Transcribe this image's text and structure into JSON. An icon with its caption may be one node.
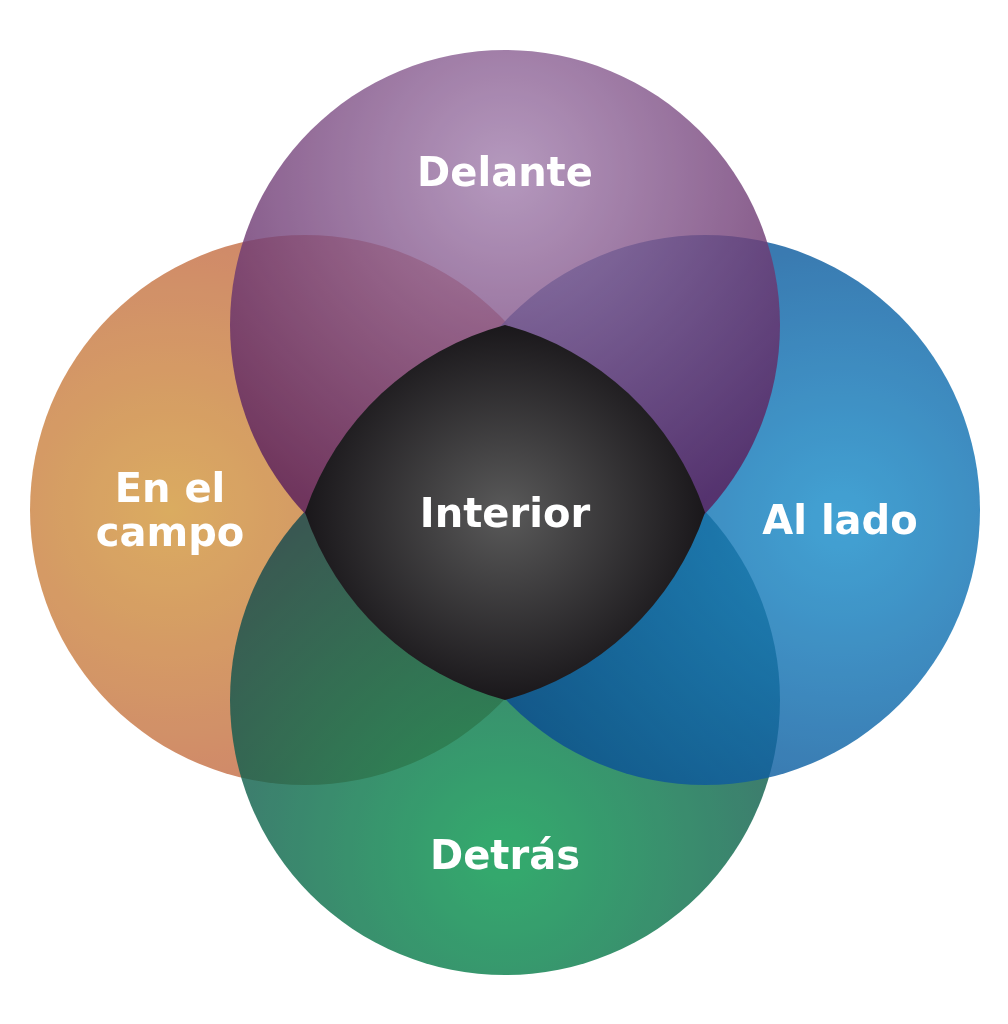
{
  "diagram": {
    "nodes": [
      {
        "text": [
          "Delante"
        ]
      },
      {
        "text": [
          "En el campo"
        ]
      },
      {
        "text": [
          "Interior"
        ]
      },
      {
        "text": [
          "Al lado"
        ]
      },
      {
        "text": [
          "Detrás"
        ]
      }
    ]
  }
}
